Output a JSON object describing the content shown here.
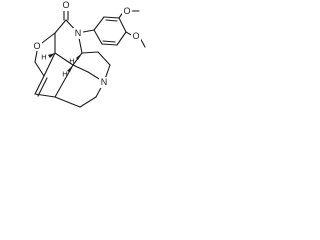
{
  "molecule": {
    "atoms": {
      "carbonyl_oxygen": "O",
      "lactam_nitrogen": "N",
      "ether_oxygen": "O",
      "amine_nitrogen": "N",
      "methoxy_top": "O",
      "methoxy_bottom": "O",
      "stereo_h_left": "H",
      "stereo_h_center": "H",
      "stereo_h_right": "H"
    }
  },
  "colors": {
    "bond": "#1a1a1a",
    "background": "#ffffff"
  }
}
